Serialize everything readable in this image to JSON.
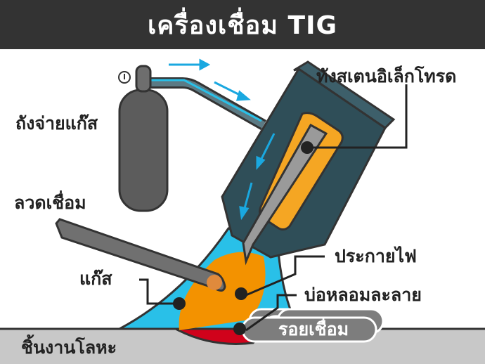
{
  "title": "เครื่องเชื่อม TIG",
  "labels": {
    "gas_tank": "ถังจ่ายแก๊ส",
    "tungsten_electrode": "ทังสเตนอิเล็กโทรด",
    "filler_rod": "ลวดเชื่อม",
    "arc": "ประกายไฟ",
    "gas": "แก๊ส",
    "weld_pool": "บ่อหลอมละลาย",
    "weld_bead": "รอยเชื่อม",
    "workpiece": "ชิ้นงานโลหะ"
  },
  "colors": {
    "header_bg": "#333333",
    "gas_shield": "#29c0e8",
    "torch_body": "#2f4e58",
    "electrode_sleeve": "#f5a623",
    "tank": "#5c5c5c",
    "weld_pool": "#f39200",
    "weld_zone": "#d0021b",
    "workpiece": "#c8c8c8",
    "flow_arrow": "#1aa8e0"
  }
}
